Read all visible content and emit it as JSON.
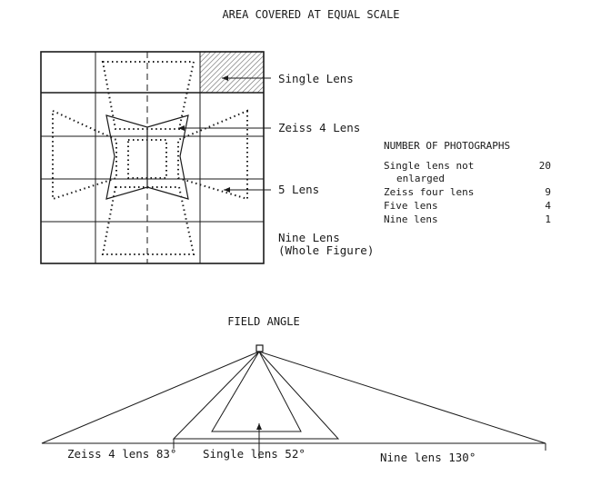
{
  "area_section": {
    "title": "AREA COVERED AT EQUAL SCALE",
    "labels": {
      "single_lens": "Single Lens",
      "zeiss_4_lens": "Zeiss 4 Lens",
      "five_lens": "5 Lens",
      "nine_lens_line1": "Nine Lens",
      "nine_lens_line2": "(Whole Figure)"
    }
  },
  "photo_table": {
    "title": "NUMBER OF PHOTOGRAPHS",
    "rows": [
      {
        "label": "Single lens not",
        "label2": "enlarged",
        "value": "20"
      },
      {
        "label": "Zeiss four lens",
        "value": "9"
      },
      {
        "label": "Five lens",
        "value": "4"
      },
      {
        "label": "Nine lens",
        "value": "1"
      }
    ]
  },
  "field_section": {
    "title": "FIELD ANGLE",
    "labels": {
      "zeiss": "Zeiss 4 lens 83°",
      "single": "Single lens 52°",
      "nine": "Nine lens 130°"
    }
  },
  "colors": {
    "ink": "#1a1a1a",
    "hatch": "#666666"
  }
}
